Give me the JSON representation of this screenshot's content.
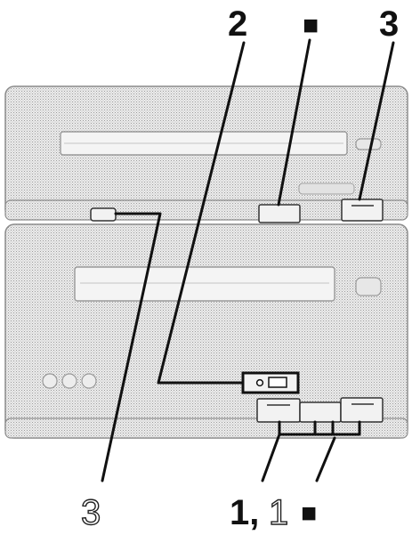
{
  "callouts": {
    "top_left_number": "2",
    "top_square": "■",
    "top_right_number": "3",
    "bottom_left_number": "3",
    "bottom_numbers_bold": "1,",
    "bottom_numbers_outline": "1",
    "bottom_square": "■"
  },
  "colors": {
    "device_fill": "#d9d9d9",
    "device_stroke": "#9a9a9a",
    "line": "#111111",
    "panel_fill": "#f2f2f2"
  },
  "icons": {
    "device": "stacked-drive-units",
    "indicator": "indicator-lamp",
    "connector": "cable-connector"
  }
}
